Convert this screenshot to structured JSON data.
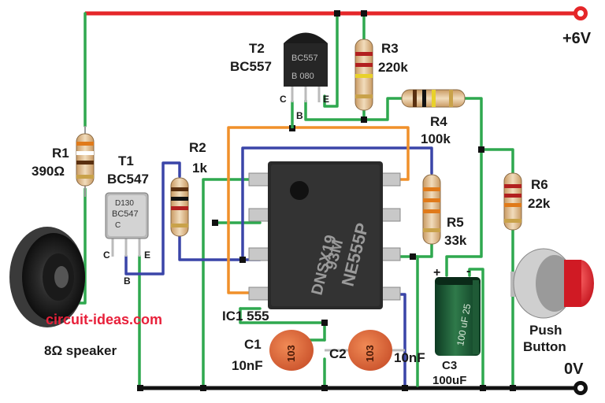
{
  "colors": {
    "positive_rail": "#e52629",
    "ground_rail": "#111111",
    "wire_green": "#2fa84f",
    "wire_blue": "#3a45a8",
    "wire_orange": "#f0902a",
    "watermark": "#e8203a"
  },
  "labels": {
    "supply_pos": "+6V",
    "supply_gnd": "0V",
    "t2_ref": "T2",
    "t2_part": "BC557",
    "t2_body": "BC557",
    "t2_body_code": "B 080",
    "t2_pin_c": "C",
    "t2_pin_b": "B",
    "t2_pin_e": "E",
    "r3_ref": "R3",
    "r3_val": "220k",
    "r4_ref": "R4",
    "r4_val": "100k",
    "r1_ref": "R1",
    "r1_val": "390Ω",
    "t1_ref": "T1",
    "t1_part": "BC547",
    "t1_body_code": "D130",
    "t1_body": "BC547",
    "t1_body_c": "C",
    "t1_pin_c": "C",
    "t1_pin_b": "B",
    "t1_pin_e": "E",
    "r2_ref": "R2",
    "r2_val": "1k",
    "r5_ref": "R5",
    "r5_val": "33k",
    "r6_ref": "R6",
    "r6_val": "22k",
    "ic_ref": "IC1 555",
    "ic_text_1": "NE555P",
    "ic_text_2": "93M",
    "ic_text_3": "DNSX19",
    "c1_ref": "C1",
    "c1_val": "10nF",
    "c1_code": "103",
    "c2_ref": "C2",
    "c2_val": "10nF",
    "c2_code": "103",
    "c3_ref": "C3",
    "c3_val": "100uF",
    "c3_plus": "+",
    "c3_minus": "-",
    "c3_body": "100 uF 25",
    "speaker_label": "8Ω speaker",
    "push_button_1": "Push",
    "push_button_2": "Button",
    "watermark": "circuit-ideas.com"
  },
  "icons": [
    "speaker-icon",
    "push-button-icon",
    "transistor-icon",
    "resistor-icon",
    "capacitor-icon",
    "ic-icon"
  ]
}
